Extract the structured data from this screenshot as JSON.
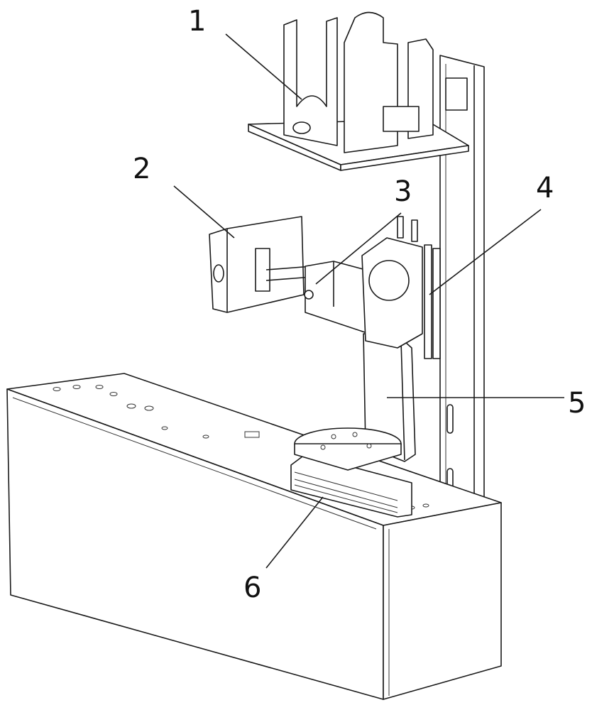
{
  "labels": {
    "l1": "1",
    "l2": "2",
    "l3": "3",
    "l4": "4",
    "l5": "5",
    "l6": "6"
  },
  "colors": {
    "line": "#1a1a1a",
    "background": "#ffffff"
  }
}
